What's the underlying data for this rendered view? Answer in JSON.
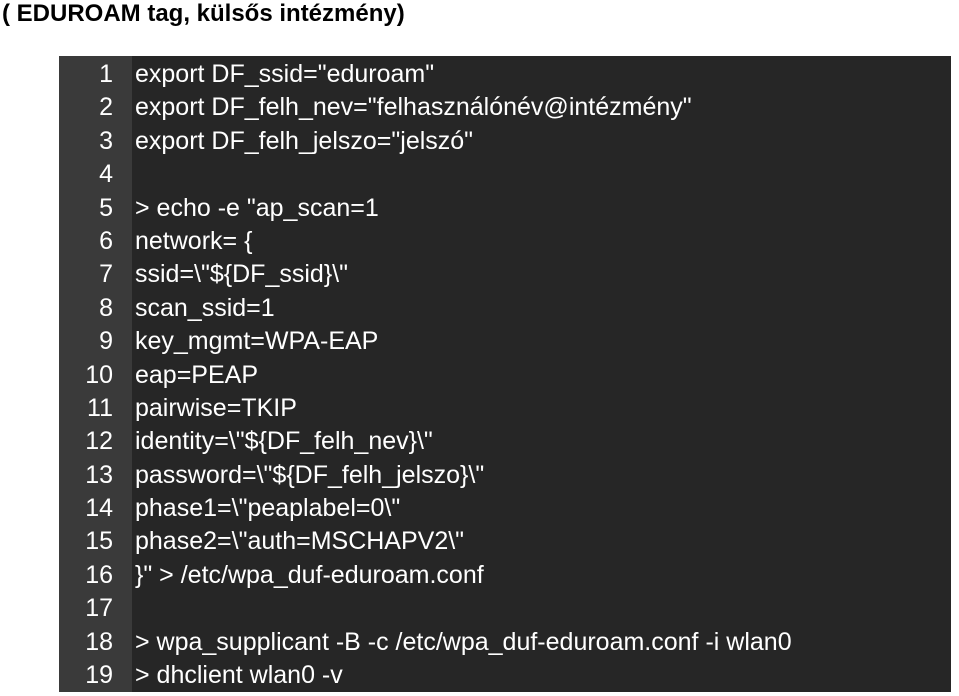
{
  "title": "( EDUROAM tag, külsős intézmény)",
  "editor": {
    "lines": [
      {
        "num": "1",
        "text": "export DF_ssid=\"eduroam\""
      },
      {
        "num": "2",
        "text": "export DF_felh_nev=\"felhasználónév@intézmény\""
      },
      {
        "num": "3",
        "text": "export DF_felh_jelszo=\"jelszó\""
      },
      {
        "num": "4",
        "text": ""
      },
      {
        "num": "5",
        "text": "> echo -e \"ap_scan=1"
      },
      {
        "num": "6",
        "text": "network= {"
      },
      {
        "num": "7",
        "text": "ssid=\\\"${DF_ssid}\\\""
      },
      {
        "num": "8",
        "text": "scan_ssid=1"
      },
      {
        "num": "9",
        "text": "key_mgmt=WPA-EAP"
      },
      {
        "num": "10",
        "text": "eap=PEAP"
      },
      {
        "num": "11",
        "text": "pairwise=TKIP"
      },
      {
        "num": "12",
        "text": "identity=\\\"${DF_felh_nev}\\\""
      },
      {
        "num": "13",
        "text": "password=\\\"${DF_felh_jelszo}\\\""
      },
      {
        "num": "14",
        "text": "phase1=\\\"peaplabel=0\\\""
      },
      {
        "num": "15",
        "text": "phase2=\\\"auth=MSCHAPV2\\\""
      },
      {
        "num": "16",
        "text": "}\" > /etc/wpa_duf-eduroam.conf"
      },
      {
        "num": "17",
        "text": ""
      },
      {
        "num": "18",
        "text": "> wpa_supplicant -B -c /etc/wpa_duf-eduroam.conf -i wlan0"
      },
      {
        "num": "19",
        "text": "> dhclient wlan0 -v"
      }
    ]
  }
}
